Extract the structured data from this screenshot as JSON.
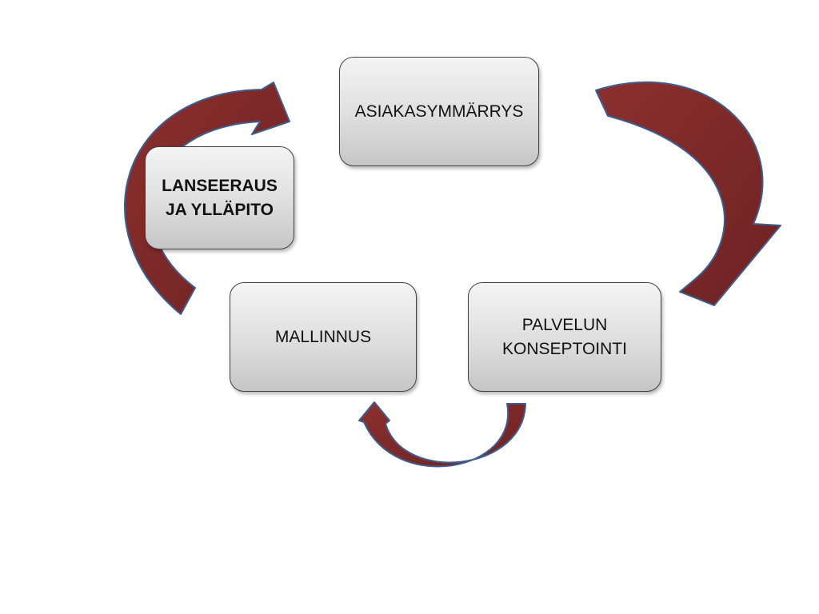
{
  "diagram": {
    "nodes": [
      {
        "id": "asiakasymmarrys",
        "label": "ASIAKASYMMÄRRYS",
        "bold": false
      },
      {
        "id": "palvelun-konseptointi",
        "label": "PALVELUN\nKONSEPTOINTI",
        "bold": false
      },
      {
        "id": "mallinnus",
        "label": "MALLINNUS",
        "bold": false
      },
      {
        "id": "lanseeraus",
        "label": "LANSEERAUS\nJA YLLÄPITO",
        "bold": true
      }
    ],
    "edges": [
      {
        "from": "asiakasymmarrys",
        "to": "palvelun-konseptointi"
      },
      {
        "from": "palvelun-konseptointi",
        "to": "mallinnus"
      },
      {
        "from": "lanseeraus",
        "to": "asiakasymmarrys"
      }
    ],
    "colors": {
      "arrow_fill": "#8b2f2f",
      "arrow_stroke": "#3f5e8c",
      "box_border": "#404040"
    }
  }
}
